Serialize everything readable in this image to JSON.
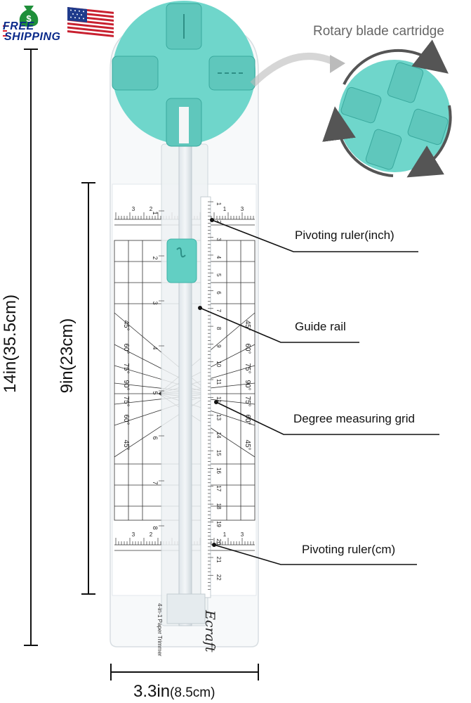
{
  "badge": {
    "line1": "FREE",
    "line2": "SHIPPING",
    "icons": [
      "dollar-bag-icon",
      "us-flag-icon"
    ]
  },
  "callouts": {
    "cartridge": "Rotary blade cartridge",
    "pivot_inch": "Pivoting ruler(inch)",
    "guide_rail": "Guide rail",
    "degree_grid": "Degree measuring grid",
    "pivot_cm": "Pivoting ruler(cm)"
  },
  "dimensions": {
    "height_total": "14in(35.5cm)",
    "height_board": "9in(23cm)",
    "width_main": "3.3in",
    "width_paren": "(8.5cm)"
  },
  "product": {
    "brand": "Ecraft",
    "caption": "4-in-1 Paper Trimmer",
    "cm_ticks": [
      "1",
      "2",
      "3",
      "4",
      "5",
      "6",
      "7",
      "8",
      "9",
      "10",
      "11",
      "12",
      "13",
      "14",
      "15",
      "16",
      "17",
      "18",
      "19",
      "20",
      "21",
      "22"
    ],
    "inch_ticks": [
      "1",
      "2",
      "3",
      "4",
      "5",
      "6",
      "7",
      "8"
    ],
    "angles_left": [
      "45°",
      "60°",
      "75°",
      "90°",
      "75°",
      "60°",
      "45°"
    ],
    "angles_right": [
      "45°",
      "60°",
      "75°",
      "90°",
      "75°",
      "60°",
      "45°"
    ],
    "ruler_ticks": [
      "3",
      "2",
      "1",
      "1",
      "2",
      "3"
    ]
  },
  "colors": {
    "teal": "#6fd6cb",
    "teal_dark": "#3fb3a8",
    "board": "#f7f9fa"
  }
}
